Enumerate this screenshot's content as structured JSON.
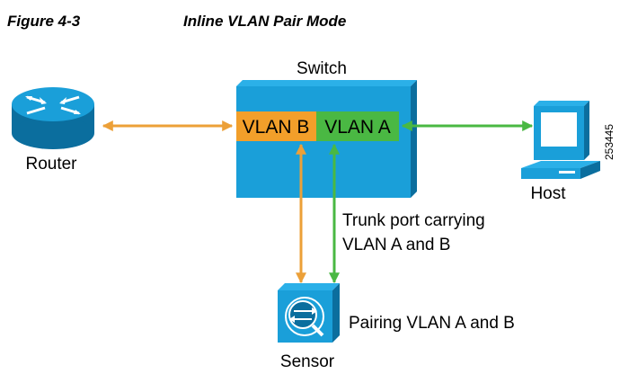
{
  "figure": {
    "number": "Figure 4-3",
    "title": "Inline VLAN Pair Mode"
  },
  "nodes": {
    "switch": "Switch",
    "router": "Router",
    "host": "Host",
    "sensor": "Sensor"
  },
  "vlans": {
    "b": "VLAN B",
    "a": "VLAN A"
  },
  "trunk": {
    "line1": "Trunk port carrying",
    "line2": "VLAN A and B"
  },
  "pairing": "Pairing VLAN A and B",
  "figure_id": "253445",
  "colors": {
    "device_blue": "#1a9fd9",
    "device_dark": "#0b6e9e",
    "vlan_b": "#f29f2a",
    "vlan_a": "#4ab843",
    "arrow_orange": "#eca038",
    "arrow_green": "#4ab843"
  }
}
